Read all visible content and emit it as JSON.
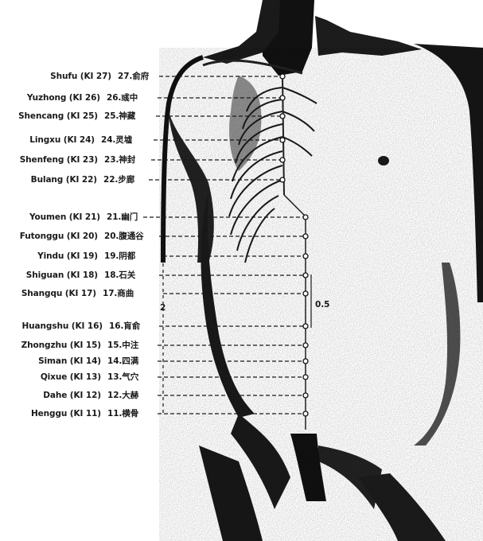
{
  "figure": {
    "points": [
      {
        "en": "Shufu (KI 27)",
        "cn": "27.俞府"
      },
      {
        "en": "Yuzhong (KI 26)",
        "cn": "26.彧中"
      },
      {
        "en": "Shencang (KI 25)",
        "cn": "25.神藏"
      },
      {
        "en": "Lingxu (KI 24)",
        "cn": "24.灵墟"
      },
      {
        "en": "Shenfeng (KI 23)",
        "cn": "23.神封"
      },
      {
        "en": "Bulang (KI 22)",
        "cn": "22.步廊"
      },
      {
        "en": "Youmen (KI 21)",
        "cn": "21.幽门"
      },
      {
        "en": "Futonggu (KI 20)",
        "cn": "20.腹通谷"
      },
      {
        "en": "Yindu (KI 19)",
        "cn": "19.阴都"
      },
      {
        "en": "Shiguan (KI 18)",
        "cn": "18.石关"
      },
      {
        "en": "Shangqu (KI 17)",
        "cn": "17.商曲"
      },
      {
        "en": "Huangshu (KI 16)",
        "cn": "16.肓俞"
      },
      {
        "en": "Zhongzhu (KI 15)",
        "cn": "15.中注"
      },
      {
        "en": "Siman (KI 14)",
        "cn": "14.四满"
      },
      {
        "en": "Qixue (KI 13)",
        "cn": "13.气穴"
      },
      {
        "en": "Dahe (KI 12)",
        "cn": "12.大赫"
      },
      {
        "en": "Henggu (KI 11)",
        "cn": "11.横骨"
      }
    ],
    "measure_left": "2",
    "measure_right": "0.5"
  }
}
